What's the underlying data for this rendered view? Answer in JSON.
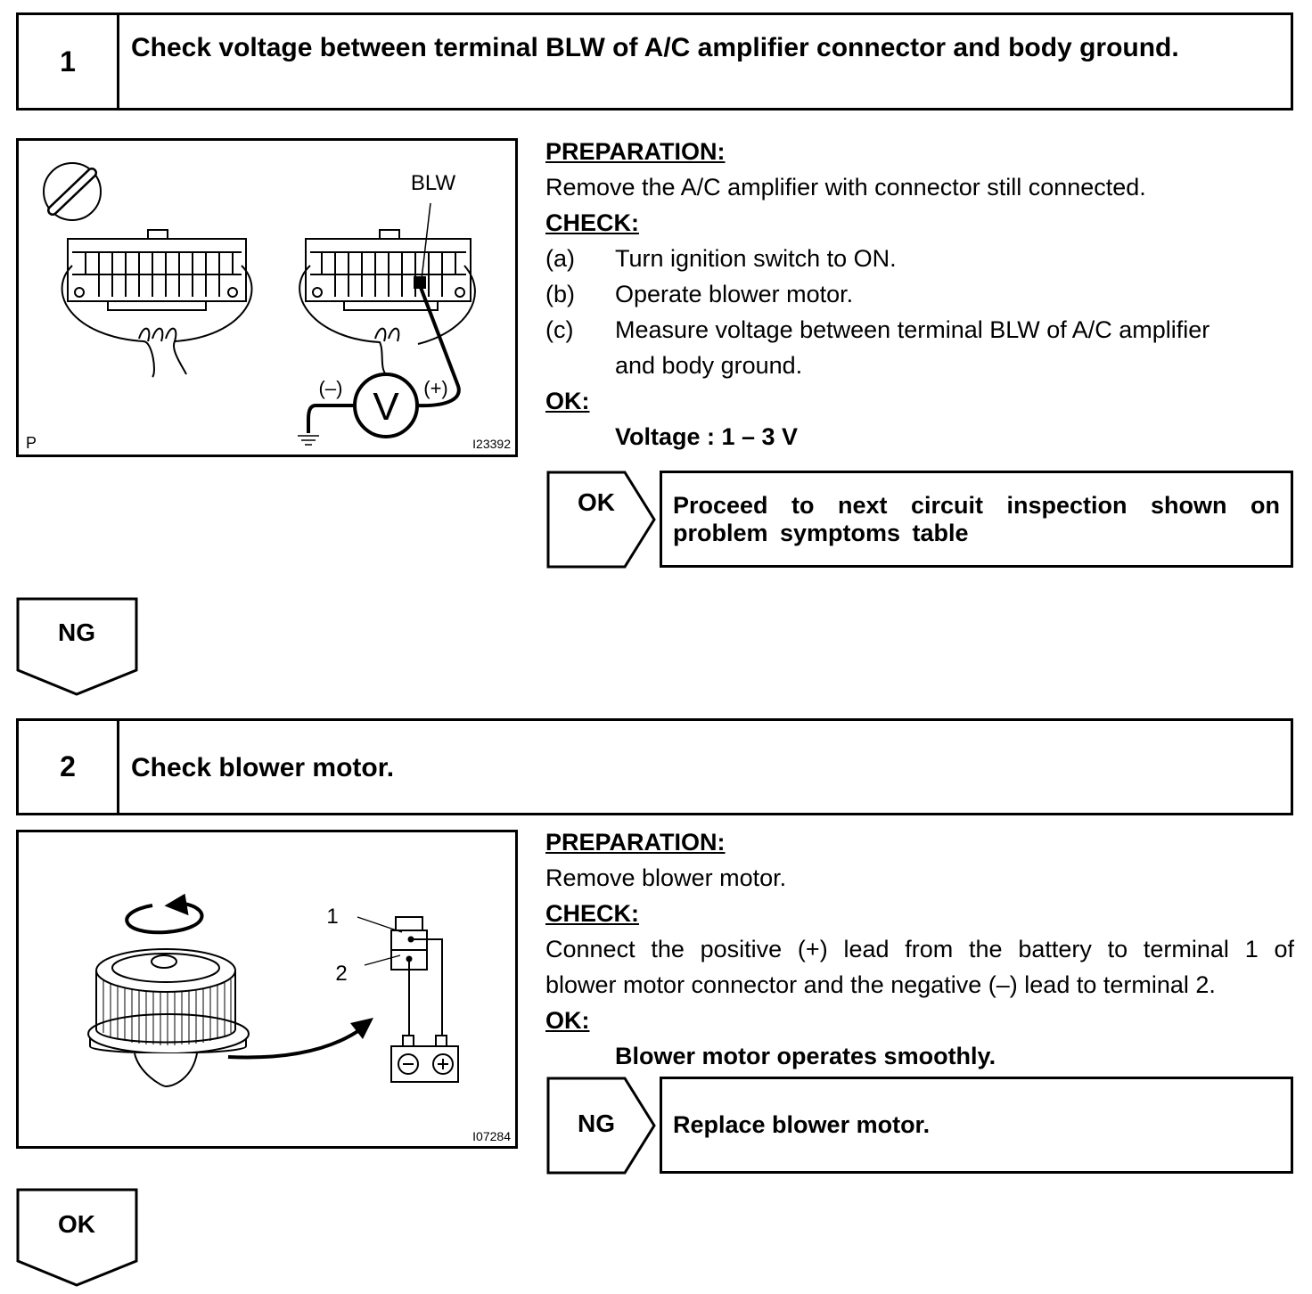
{
  "step1": {
    "number": "1",
    "title": "Check voltage between terminal BLW of A/C amplifier connector and body ground.",
    "figure": {
      "terminal_label": "BLW",
      "neg_label": "(–)",
      "pos_label": "(+)",
      "meter": "V",
      "corner_label": "P",
      "figure_id": "I23392"
    },
    "preparation_header": "PREPARATION:",
    "preparation_text": "Remove the A/C amplifier with connector still connected.",
    "check_header": "CHECK:",
    "check_items": [
      {
        "label": "(a)",
        "text": "Turn ignition switch to ON."
      },
      {
        "label": "(b)",
        "text": "Operate blower motor."
      },
      {
        "label": "(c)",
        "text_line1": "Measure voltage between terminal BLW of A/C amplifier",
        "text_line2": "and body ground."
      }
    ],
    "ok_header": "OK:",
    "ok_spec": "Voltage : 1 – 3 V",
    "result_arrow_label": "OK",
    "result_text": "Proceed to next circuit inspection shown on problem symptoms table",
    "down_arrow_label": "NG"
  },
  "step2": {
    "number": "2",
    "title": "Check blower motor.",
    "figure": {
      "terminal1": "1",
      "terminal2": "2",
      "figure_id": "I07284"
    },
    "preparation_header": "PREPARATION:",
    "preparation_text": "Remove blower motor.",
    "check_header": "CHECK:",
    "check_line1": "Connect the positive (+) lead from the battery to terminal 1 of",
    "check_line2": "blower motor connector and the negative (–) lead to terminal 2.",
    "ok_header": "OK:",
    "ok_spec": "Blower motor operates smoothly.",
    "result_arrow_label": "NG",
    "result_text": "Replace blower motor.",
    "down_arrow_label": "OK"
  }
}
